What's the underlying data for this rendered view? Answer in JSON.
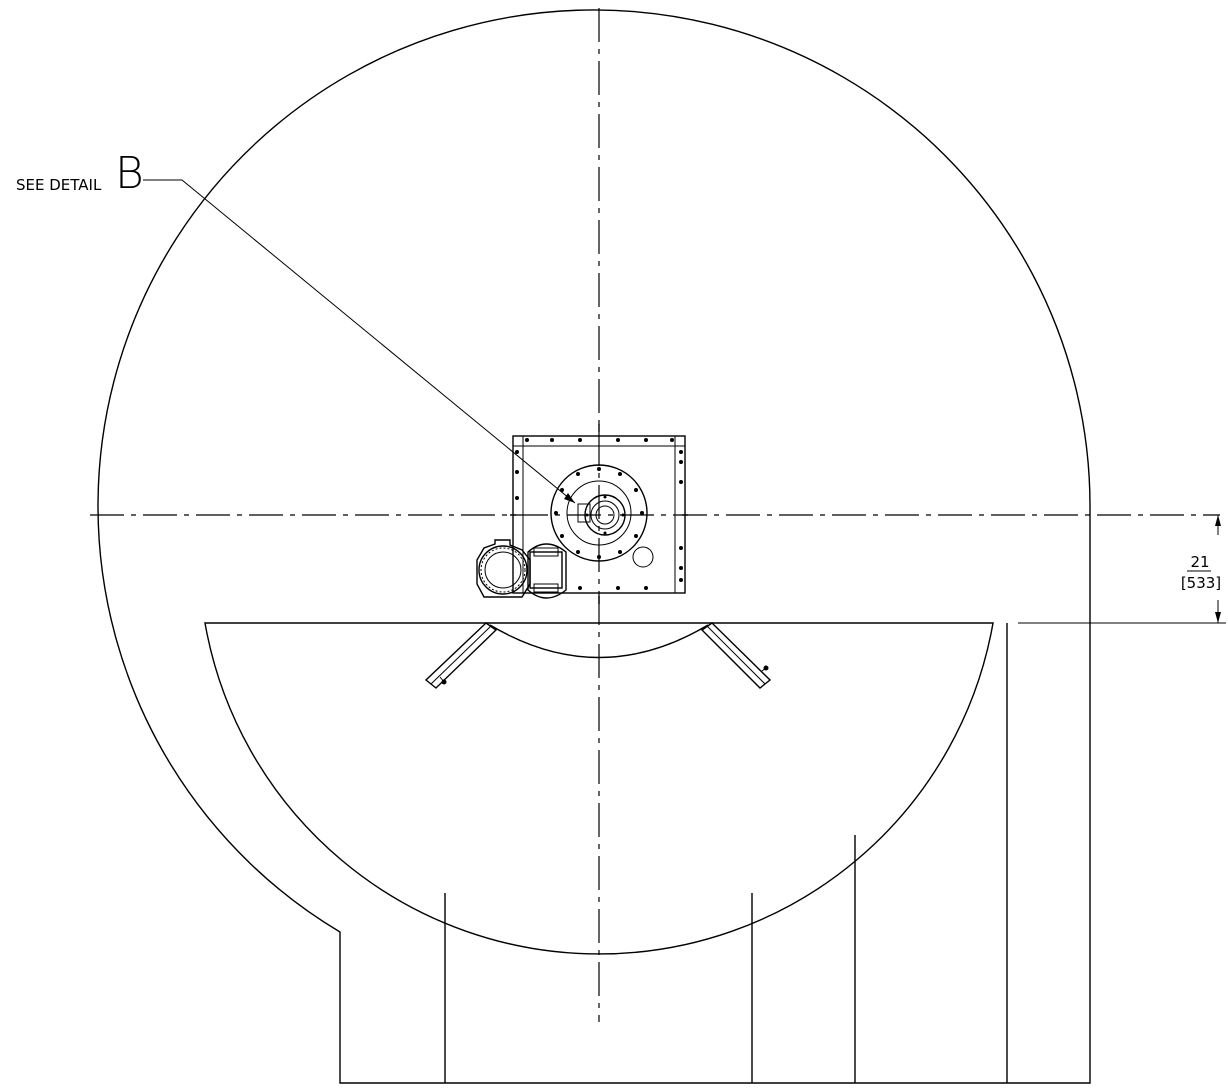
{
  "callout": {
    "text": "SEE DETAIL",
    "letter": "B"
  },
  "dimension": {
    "value": "21",
    "metric": "[533]"
  }
}
